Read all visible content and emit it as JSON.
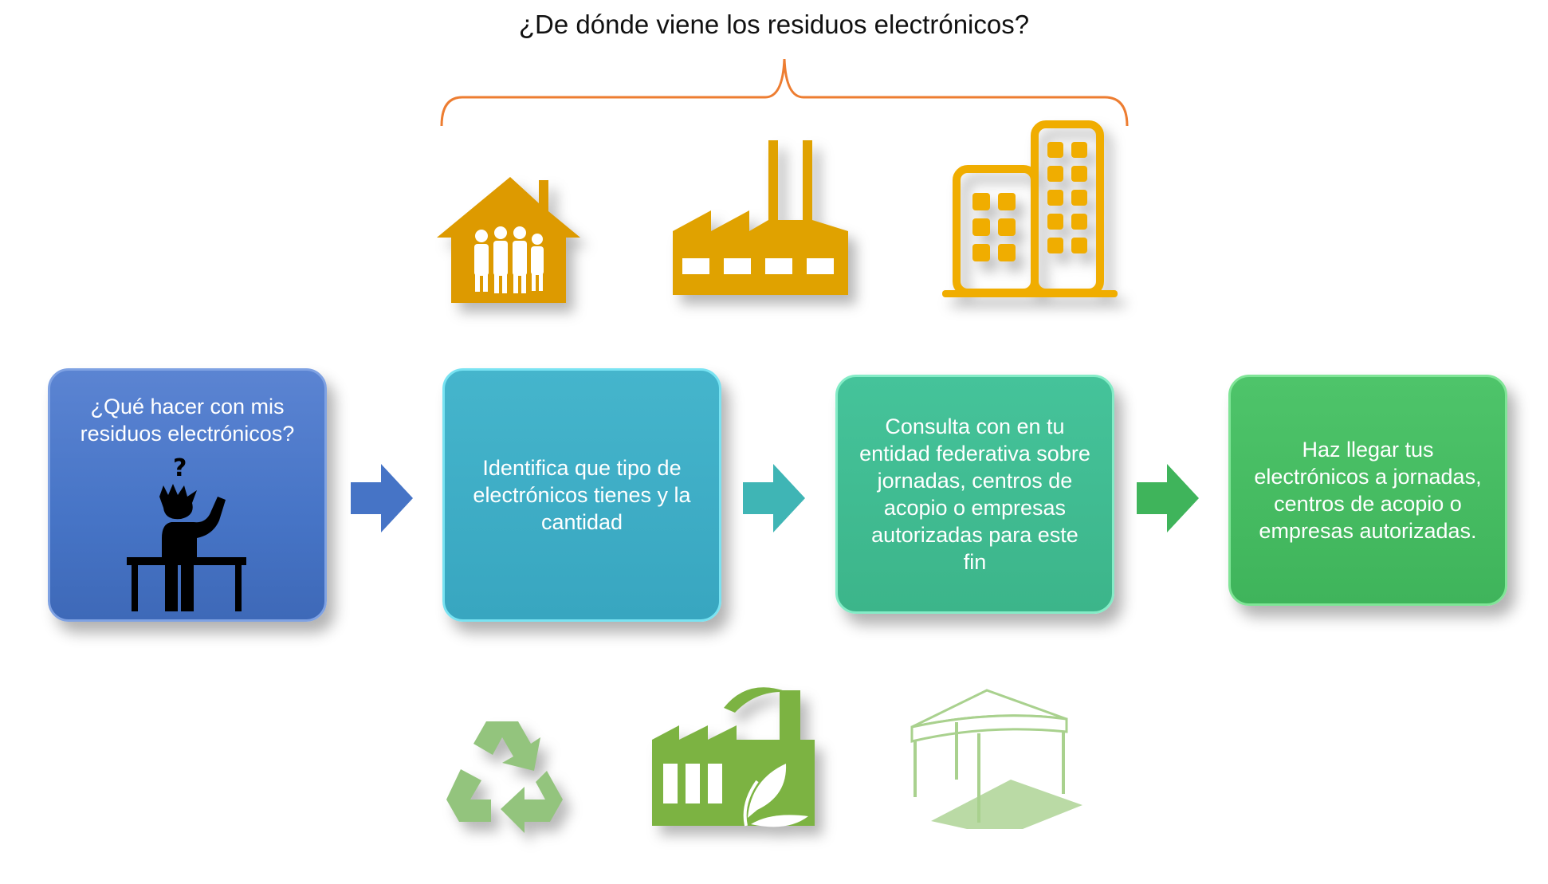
{
  "title": "¿De dónde viene los residuos electrónicos?",
  "steps": [
    {
      "text": "¿Qué hacer con mis residuos electrónicos?",
      "color": "#4674c6"
    },
    {
      "text": "Identifica que tipo de electrónicos tienes y la cantidad",
      "color": "#38a6c0"
    },
    {
      "text": "Consulta con en tu entidad federativa sobre jornadas, centros de acopio o empresas autorizadas para este fin",
      "color": "#3cb58a"
    },
    {
      "text": "Haz llegar tus electrónicos a jornadas, centros de acopio o empresas autorizadas.",
      "color": "#3fb45b"
    }
  ],
  "sources_icons": [
    "house-family-icon",
    "factory-icon",
    "buildings-icon"
  ],
  "destination_icons": [
    "recycle-icon",
    "eco-factory-icon",
    "tent-icon"
  ],
  "colors": {
    "brace": "#ed7d31",
    "source_icons": "#e0a200",
    "destination_icons": "#8fc46a"
  }
}
